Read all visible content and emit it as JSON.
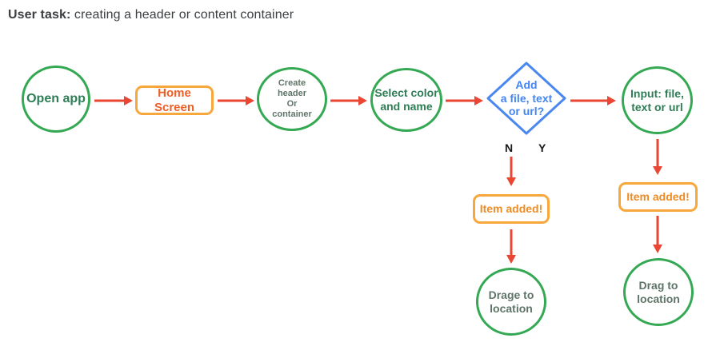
{
  "title": {
    "prefix": "User task:",
    "text": " creating a header or content container"
  },
  "palette": {
    "circle_border_green": "#34a853",
    "circle_text_green": "#2e7d55",
    "circle_text_gray_green": "#5f7468",
    "rect_border_orange": "#f7a73c",
    "rect_text_orange": "#ef8c25",
    "rect_text_red_orange": "#eb5f28",
    "arrow_red": "#e94633",
    "diamond_blue": "#4a87ee",
    "diamond_text_blue": "#4285f4",
    "branch_label_black": "#1a1a1a",
    "title_gray": "#3c4043"
  },
  "nodes": {
    "open_app": {
      "label": "Open app",
      "shape": "circle"
    },
    "home_screen": {
      "label": "Home Screen",
      "shape": "rect"
    },
    "create_header": {
      "label": "Create\nheader\nOr\ncontainer",
      "shape": "circle"
    },
    "select_color": {
      "label": "Select color\nand name",
      "shape": "circle"
    },
    "add_decision": {
      "label": "Add\na file, text\nor url?",
      "shape": "diamond"
    },
    "input_file": {
      "label": "Input: file,\ntext or url",
      "shape": "circle"
    },
    "item_added_no": {
      "label": "Item added!",
      "shape": "rect"
    },
    "item_added_yes": {
      "label": "Item added!",
      "shape": "rect"
    },
    "drag_location_no": {
      "label": "Drage to\nlocation",
      "shape": "circle"
    },
    "drag_location_yes": {
      "label": "Drag to\nlocation",
      "shape": "circle"
    }
  },
  "branch_labels": {
    "no": "N",
    "yes": "Y"
  }
}
